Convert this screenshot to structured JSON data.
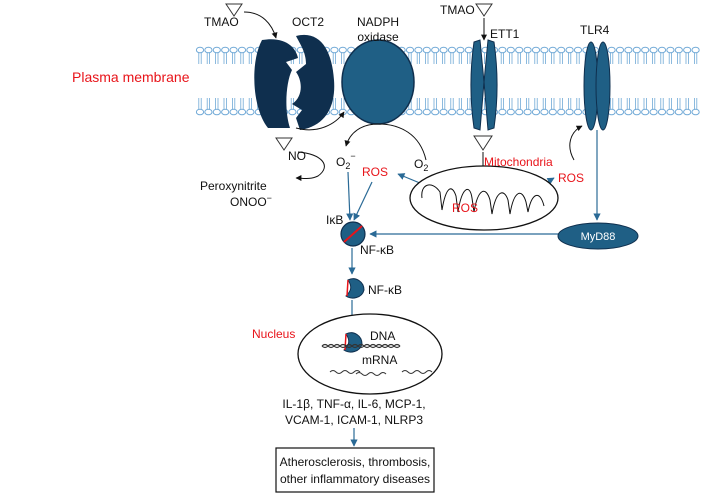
{
  "labels": {
    "tmao_left": "TMAO",
    "oct2": "OCT2",
    "nadph_line1": "NADPH",
    "nadph_line2": "oxidase",
    "tmao_right": "TMAO",
    "ett1": "ETT1",
    "tlr4": "TLR4",
    "plasma_membrane": "Plasma membrane",
    "no": "NO",
    "superoxide": "O",
    "superoxide_sub": "2",
    "superoxide_sup": "−",
    "o2": "O",
    "o2_sub": "2",
    "peroxynitrite": "Peroxynitrite",
    "onoo": "ONOO",
    "onoo_sup": "−",
    "ros_left": "ROS",
    "mitochondria": "Mitochondria",
    "ros_mito": "ROS",
    "ros_right": "ROS",
    "ikb": "IκB",
    "nfkb_complex": "NF-κB",
    "myd88": "MyD88",
    "nfkb_free": "NF-κB",
    "nucleus": "Nucleus",
    "dna": "DNA",
    "mrna": "mRNA",
    "cytokines_line1": "IL-1β, TNF-α, IL-6, MCP-1,",
    "cytokines_line2": "VCAM-1, ICAM-1, NLRP3",
    "outcome_line1": "Atherosclerosis, thrombosis,",
    "outcome_line2": "other inflammatory diseases"
  },
  "colors": {
    "membrane": "#6fa8d6",
    "protein_dark": "#0f2f4e",
    "protein_teal": "#1f5f85",
    "arrow": "#2a6a96",
    "accent_red": "#e8141a",
    "text": "#111111"
  }
}
